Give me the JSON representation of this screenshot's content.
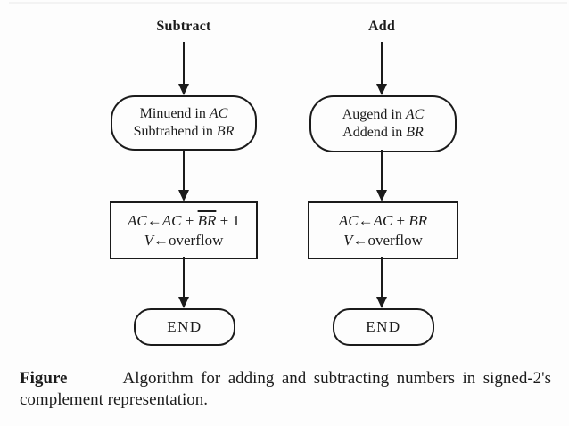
{
  "colors": {
    "paper": "#fdfdfd",
    "ink": "#1b1b1b"
  },
  "flowchart": {
    "columns": [
      {
        "top_label": "Subtract",
        "entry": {
          "line1_text": "Minuend in ",
          "line1_var": "AC",
          "line2_text": "Subtrahend in ",
          "line2_var": "BR"
        },
        "process": {
          "lhs": "AC",
          "assign": "←",
          "rhs1": "AC",
          "op": " + ",
          "rhs2": "BR",
          "tail": " + 1",
          "line2_lhs": "V",
          "line2_assign": "←",
          "line2_rhs": "overflow"
        },
        "end_label": "END"
      },
      {
        "top_label": "Add",
        "entry": {
          "line1_text": "Augend in ",
          "line1_var": "AC",
          "line2_text": "Addend in ",
          "line2_var": "BR"
        },
        "process": {
          "lhs": "AC",
          "assign": "←",
          "rhs1": "AC",
          "op": " + ",
          "rhs2": "BR",
          "line2_lhs": "V",
          "line2_assign": "←",
          "line2_rhs": "overflow"
        },
        "end_label": "END"
      }
    ]
  },
  "caption": {
    "label": "Figure",
    "line1": "Algorithm for adding and subtracting numbers in signed-2's",
    "line2": "complement representation."
  }
}
